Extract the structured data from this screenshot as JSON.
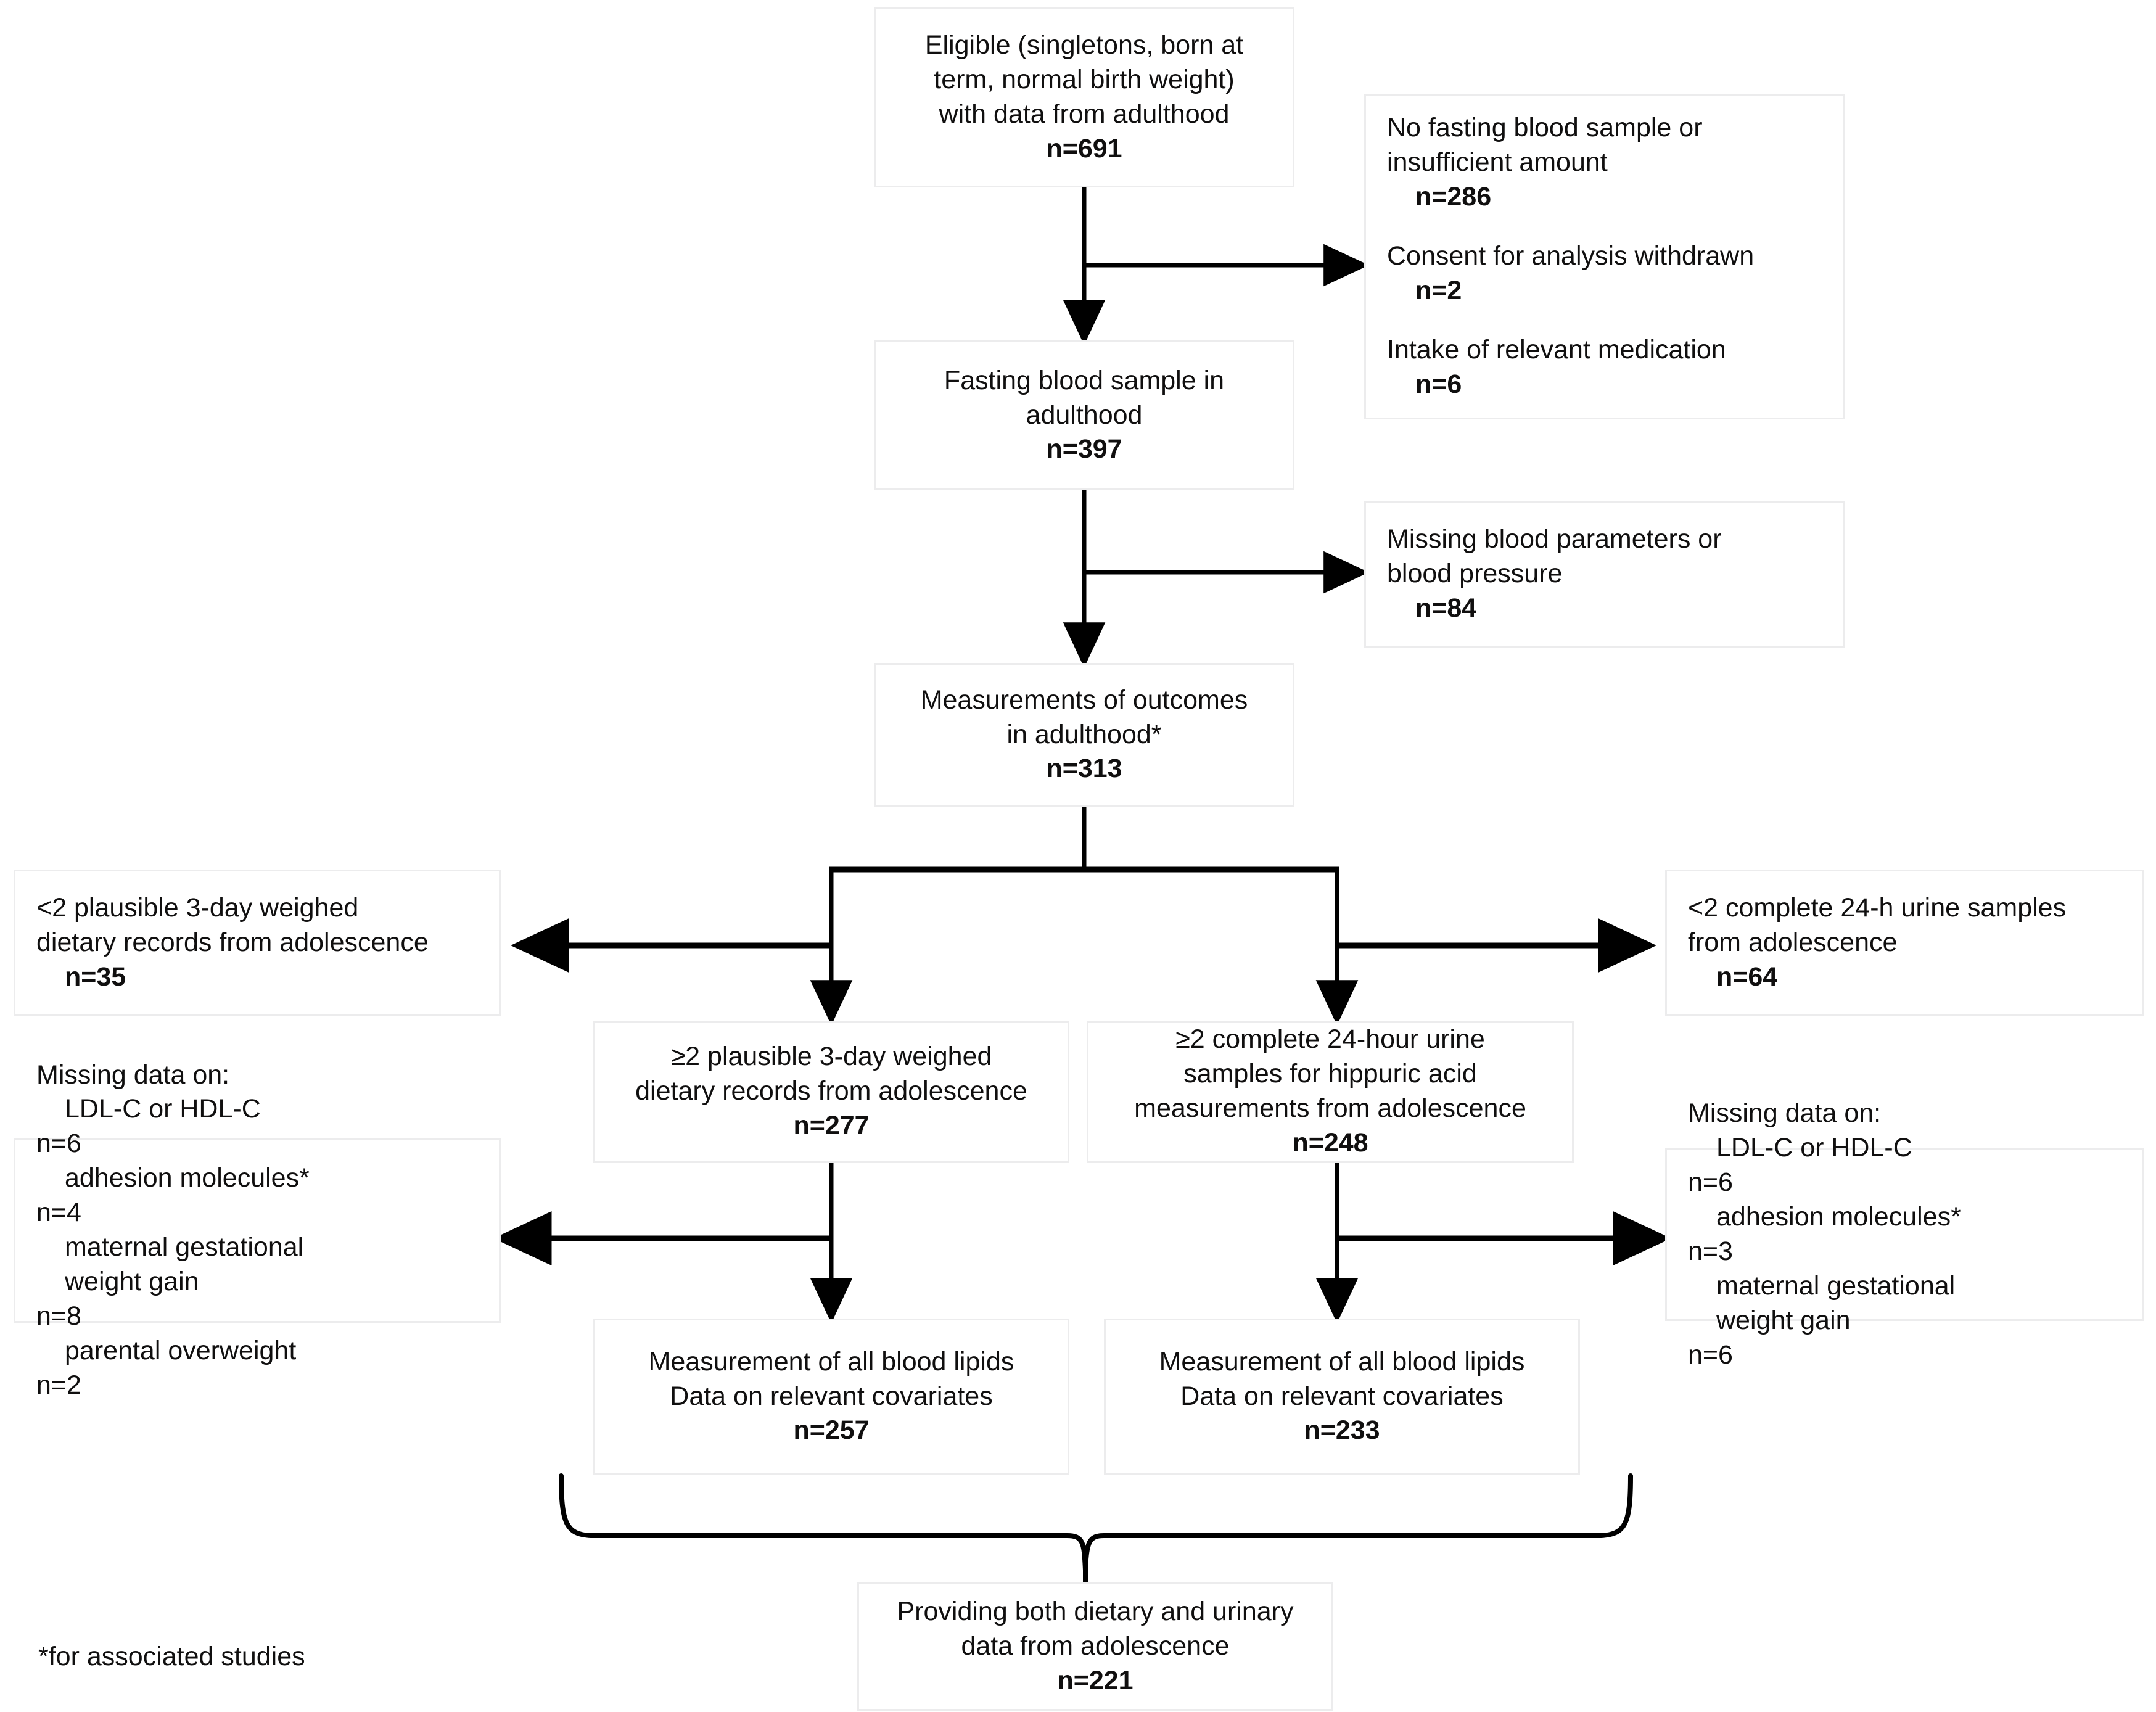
{
  "diagram": {
    "title": "Study participant flow chart",
    "footnote": "*for associated studies",
    "colors": {
      "box_border": "#ececed",
      "line": "#000000",
      "text": "#100f0f"
    }
  },
  "nodes": {
    "eligible": {
      "lines": [
        "Eligible (singletons, born at",
        "term, normal birth weight)",
        "with data from adulthood"
      ],
      "n": "n=691"
    },
    "excluded_blood": {
      "groups": [
        {
          "lines": [
            "No fasting blood sample or",
            "insufficient amount"
          ],
          "n": "n=286"
        },
        {
          "lines": [
            "Consent for analysis withdrawn"
          ],
          "n": "n=2"
        },
        {
          "lines": [
            "Intake of relevant  medication"
          ],
          "n": "n=6"
        }
      ]
    },
    "fasting_sample": {
      "lines": [
        "Fasting blood sample  in",
        "adulthood"
      ],
      "n": "n=397"
    },
    "excluded_params": {
      "lines": [
        "Missing blood parameters or",
        "blood pressure"
      ],
      "n": "n=84"
    },
    "outcomes": {
      "lines": [
        "Measurements  of outcomes",
        "in adulthood*"
      ],
      "n": "n=313"
    },
    "excl_diet_left": {
      "lines": [
        "<2 plausible  3-day weighed",
        "dietary records from adolescence"
      ],
      "n": "n=35"
    },
    "excl_urine_right": {
      "lines": [
        "<2 complete 24-h urine samples",
        "from adolescence"
      ],
      "n": "n=64"
    },
    "diet_records": {
      "lines": [
        "≥2 plausible  3-day weighed",
        "dietary records from adolescence"
      ],
      "n": "n=277"
    },
    "urine_samples": {
      "lines": [
        "≥2 complete  24-hour urine",
        "samples  for hippuric acid",
        "measurements  from adolescence"
      ],
      "n": "n=248"
    },
    "missing_left": {
      "heading": "Missing data on:",
      "rows": [
        {
          "label": "LDL-C or HDL-C",
          "n": "n=6"
        },
        {
          "label": "adhesion molecules*",
          "n": "n=4"
        },
        {
          "label": "maternal gestational",
          "n": ""
        },
        {
          "label": "weight gain",
          "n": "n=8"
        },
        {
          "label": "parental overweight",
          "n": "n=2"
        }
      ]
    },
    "missing_right": {
      "heading": "Missing data on:",
      "rows": [
        {
          "label": "LDL-C or HDL-C",
          "n": "n=6"
        },
        {
          "label": "adhesion molecules*",
          "n": "n=3"
        },
        {
          "label": "maternal gestational",
          "n": ""
        },
        {
          "label": "weight gain",
          "n": "n=6"
        }
      ]
    },
    "lipids_left": {
      "lines": [
        "Measurement of all blood lipids",
        "Data on relevant covariates"
      ],
      "n": "n=257"
    },
    "lipids_right": {
      "lines": [
        "Measurement of all blood lipids",
        "Data on relevant covariates"
      ],
      "n": "n=233"
    },
    "final": {
      "lines": [
        "Providing both dietary and urinary",
        "data from adolescence"
      ],
      "n": "n=221"
    }
  }
}
